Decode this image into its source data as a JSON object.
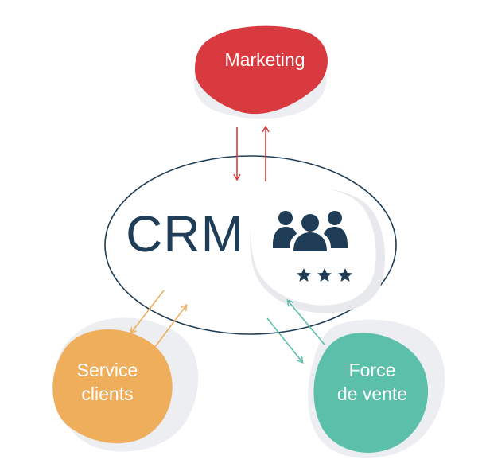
{
  "center": {
    "title": "CRM",
    "icon": "users-group-icon",
    "rating_icon": "three-stars-icon"
  },
  "nodes": {
    "marketing": {
      "label": "Marketing",
      "color": "#d93a3f"
    },
    "service": {
      "line1": "Service",
      "line2": "clients",
      "color": "#efae5c"
    },
    "force": {
      "line1": "Force",
      "line2": "de vente",
      "color": "#5bbfa9"
    }
  },
  "colors": {
    "ellipse_stroke": "#1f3d56",
    "crm_text": "#1f3d56",
    "shadow_blob": "#eceef1",
    "arrow_marketing": "#d93a3f",
    "arrow_service": "#efae5c",
    "arrow_force": "#5bbfa9"
  }
}
